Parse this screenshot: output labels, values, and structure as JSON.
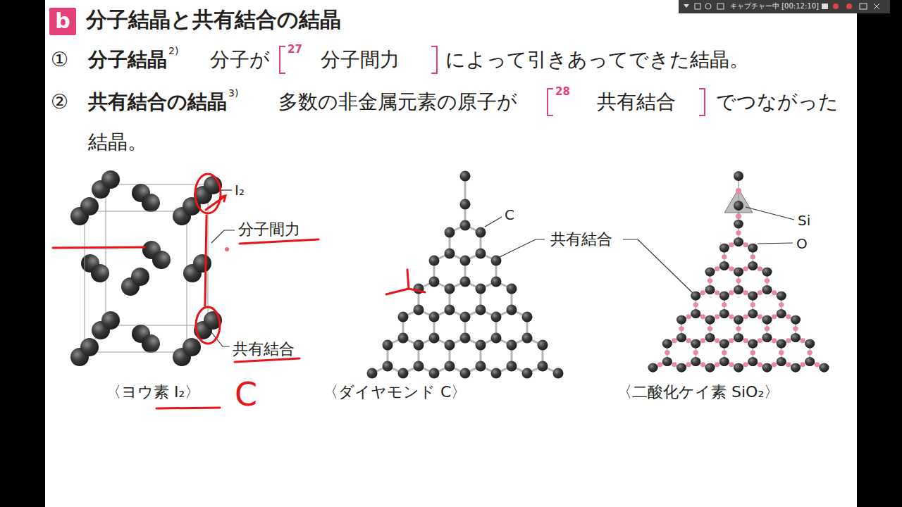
{
  "diagram": {
    "title": "分子結晶と共有結合の結晶",
    "nodes": [
      {
        "text": [
          "b"
        ]
      }
    ],
    "labels": [
      "キャプチャー中 [00:12:10]",
      "①",
      "分子結晶",
      "2)",
      "分子が",
      "27",
      "分子間力",
      "によって引きあってできた結晶。",
      "②",
      "共有結合の結晶",
      "3)",
      "多数の非金属元素の原子が",
      "28",
      "共有結合",
      "でつながった",
      "結晶。",
      "I₂",
      "分子間力",
      "共有結合",
      "〈ヨウ素 I₂〉",
      "C",
      "C",
      "共有結合",
      "〈ダイヤモンド C〉",
      "Si",
      "O",
      "〈二酸化ケイ素 SiO₂〉"
    ]
  }
}
